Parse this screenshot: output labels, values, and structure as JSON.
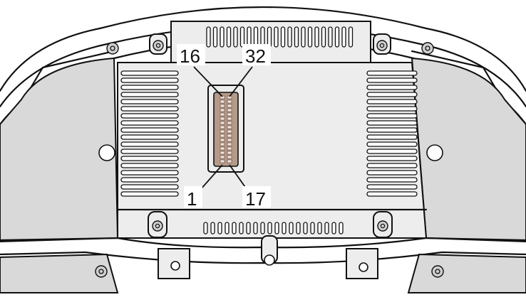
{
  "figure": {
    "pin_labels": {
      "top_left": "16",
      "top_right": "32",
      "bottom_left": "1",
      "bottom_right": "17"
    },
    "connector": {
      "rows": 2,
      "pins_per_row": 16,
      "color": "#b59a8a"
    },
    "colors": {
      "line": "#111111",
      "panel": "#ededed",
      "background": "#ffffff"
    }
  }
}
